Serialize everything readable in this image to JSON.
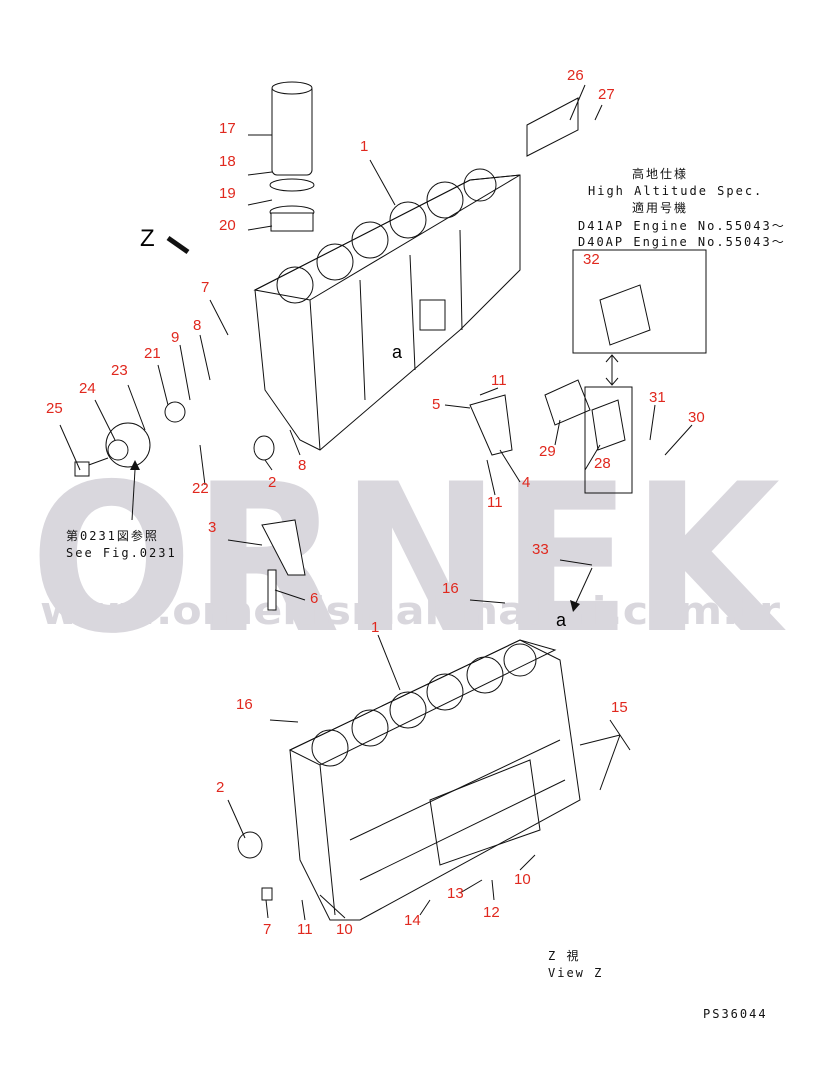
{
  "watermark": {
    "logo": "ORNEK",
    "url": "www.ornekismakinalari.com.tr"
  },
  "spec_box": {
    "title_jp": "高地仕様",
    "title_en": "High Altitude Spec.",
    "applicable_jp": "適用号機",
    "engine1": "D41AP Engine No.55043〜",
    "engine2": "D40AP Engine No.55043〜"
  },
  "reference": {
    "jp": "第0231図参照",
    "en": "See Fig.0231"
  },
  "view": {
    "jp": "Z 視",
    "en": "View Z",
    "arrow_label": "Z"
  },
  "drawing_number": "PS36044",
  "callouts": [
    "26",
    "27",
    "17",
    "1",
    "18",
    "19",
    "20",
    "32",
    "7",
    "8",
    "9",
    "21",
    "23",
    "24",
    "25",
    "11",
    "5",
    "31",
    "30",
    "29",
    "28",
    "4",
    "11",
    "2",
    "8",
    "22",
    "3",
    "33",
    "16",
    "6",
    "1",
    "15",
    "16",
    "2",
    "10",
    "13",
    "12",
    "14",
    "7",
    "11",
    "10"
  ],
  "markers": [
    "a",
    "a"
  ],
  "colors": {
    "callout": "#e0281e",
    "watermark": "#d9d7dd"
  }
}
